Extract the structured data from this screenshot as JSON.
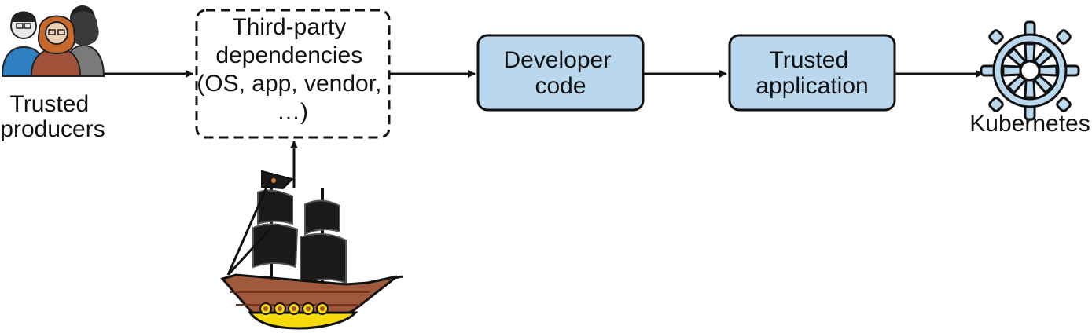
{
  "nodes": {
    "producers": {
      "label_lines": [
        "Trusted",
        "producers"
      ]
    },
    "dependencies": {
      "label_lines": [
        "Third-party",
        "dependencies",
        "(OS, app, vendor,",
        "…)"
      ]
    },
    "developer_code": {
      "label_lines": [
        "Developer",
        "code"
      ]
    },
    "trusted_app": {
      "label_lines": [
        "Trusted",
        "application"
      ]
    },
    "kubernetes": {
      "label_lines": [
        "Kubernetes"
      ]
    }
  },
  "edges": [
    {
      "from": "producers",
      "to": "dependencies"
    },
    {
      "from": "dependencies",
      "to": "developer_code"
    },
    {
      "from": "developer_code",
      "to": "trusted_app"
    },
    {
      "from": "trusted_app",
      "to": "kubernetes"
    },
    {
      "from": "pirate-ship",
      "to": "dependencies"
    }
  ],
  "icons": {
    "producers": "people-group-icon",
    "kubernetes": "kubernetes-helm-icon",
    "attacker": "pirate-ship-icon"
  },
  "colors": {
    "box_fill": "#b9d8ee",
    "stroke": "#111111",
    "ship_hull": "#a0593a",
    "ship_keel": "#f5d90a",
    "sails": "#1a1a1a"
  }
}
